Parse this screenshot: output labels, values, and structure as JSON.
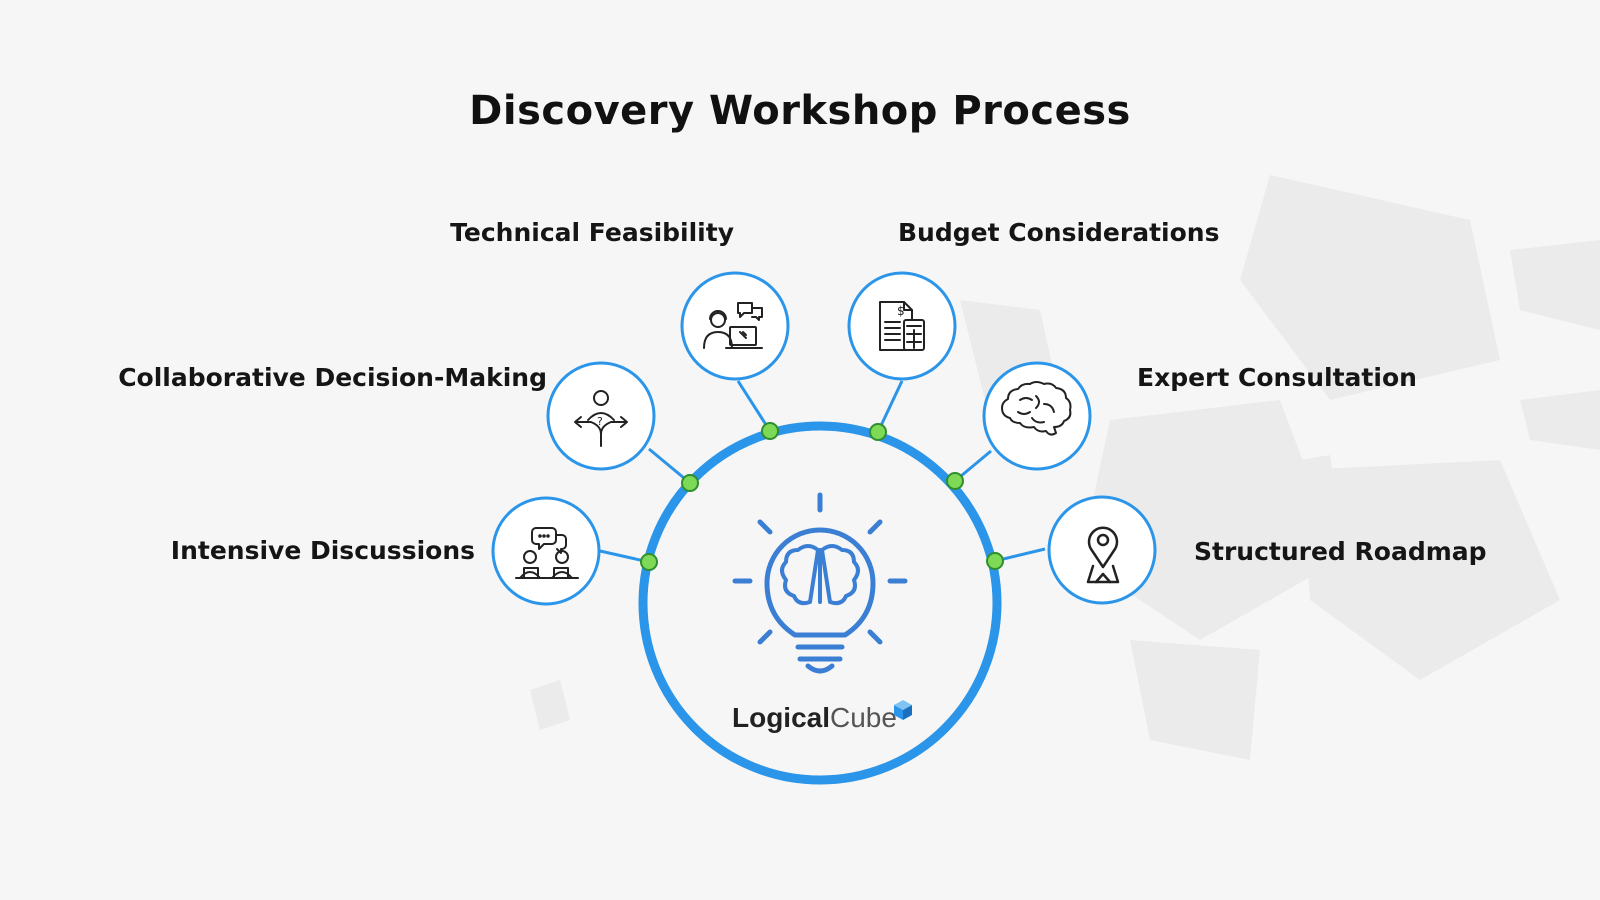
{
  "title": "Discovery Workshop Process",
  "steps": [
    {
      "label": "Intensive Discussions",
      "icon": "discussion-people-icon"
    },
    {
      "label": "Collaborative Decision-Making",
      "icon": "decision-crossroads-icon"
    },
    {
      "label": "Technical Feasibility",
      "icon": "tech-support-icon"
    },
    {
      "label": "Budget Considerations",
      "icon": "budget-calculator-icon"
    },
    {
      "label": "Expert Consultation",
      "icon": "brain-icon"
    },
    {
      "label": "Structured Roadmap",
      "icon": "map-pin-icon"
    }
  ],
  "center": {
    "icon": "lightbulb-brain-icon"
  },
  "brand": {
    "name_bold": "Logical",
    "name_regular": "Cube",
    "icon": "cube-logo-icon"
  },
  "colors": {
    "ring": "#2b95e9",
    "node": "#7ed957",
    "node_border": "#2f8f2f",
    "icon_stroke": "#222222",
    "bulb": "#3b7fd4",
    "background": "#f6f6f6"
  }
}
